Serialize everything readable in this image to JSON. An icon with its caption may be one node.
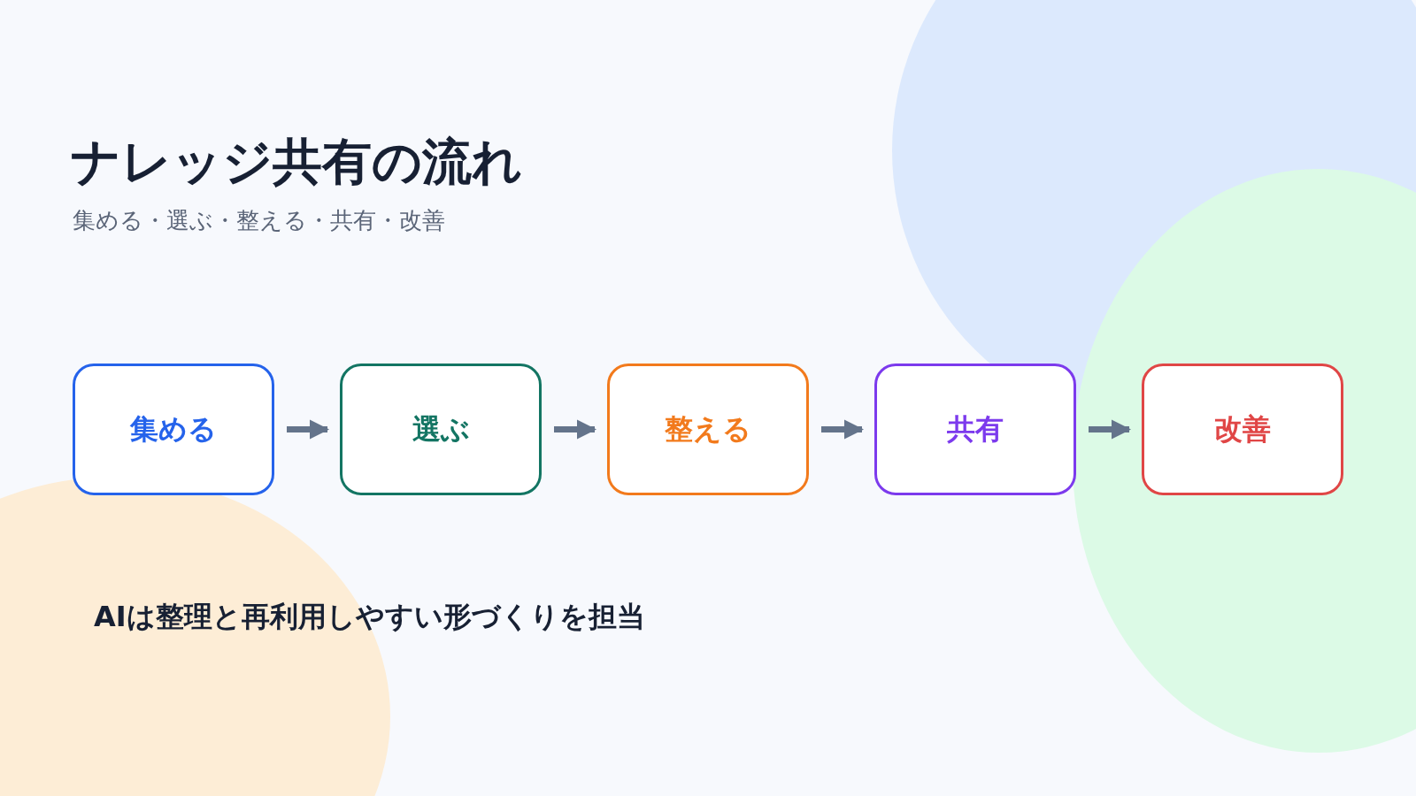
{
  "diagram": {
    "title": "ナレッジ共有の流れ",
    "nodes": [
      {
        "text": [
          "集める"
        ]
      },
      {
        "text": [
          "選ぶ"
        ]
      },
      {
        "text": [
          "整える"
        ]
      },
      {
        "text": [
          "共有"
        ]
      },
      {
        "text": [
          "改善"
        ]
      }
    ],
    "edges": [
      {
        "from": 0,
        "to": 1,
        "arrow": "to"
      },
      {
        "from": 1,
        "to": 2,
        "arrow": "to"
      },
      {
        "from": 2,
        "to": 3,
        "arrow": "to"
      },
      {
        "from": 3,
        "to": 4,
        "arrow": "to"
      }
    ],
    "labels": [
      "集める・選ぶ・整える・共有・改善",
      "AIは整理と再利用しやすい形づくりを担当"
    ]
  }
}
